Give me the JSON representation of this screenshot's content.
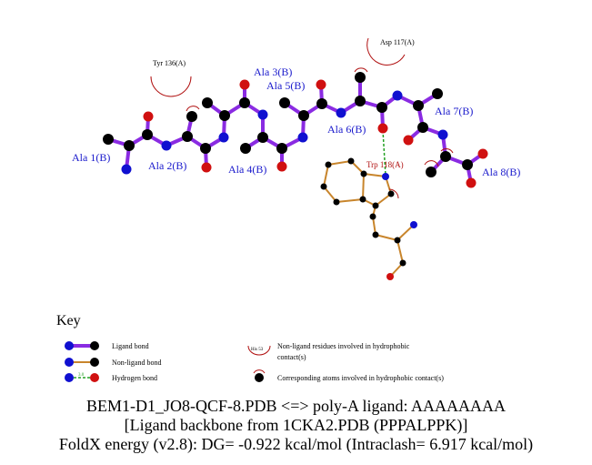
{
  "residue_labels": {
    "ala1": "Ala 1(B)",
    "ala2": "Ala 2(B)",
    "ala3": "Ala 3(B)",
    "ala4": "Ala 4(B)",
    "ala5": "Ala 5(B)",
    "ala6": "Ala 6(B)",
    "ala7": "Ala 7(B)",
    "ala8": "Ala 8(B)",
    "trp": "Trp 118(A)",
    "tyr": "Tyr 136(A)",
    "asp": "Asp 117(A)"
  },
  "key": {
    "title": "Key",
    "ligand_bond": "Ligand bond",
    "nonligand_bond": "Non-ligand bond",
    "hbond": "Hydrogen bond",
    "hbond_distance": "3.0",
    "hydrophobic_residue_sample": "His 53",
    "hydrophobic_residues": "Non-ligand residues involved in hydrophobic",
    "hydrophobic_residues_2": "contact(s)",
    "hydrophobic_atoms": "Corresponding atoms involved in hydrophobic contact(s)"
  },
  "caption": {
    "line1": "BEM1-D1_JO8-QCF-8.PDB <=> poly-A ligand: AAAAAAAA",
    "line2": "[Ligand backbone from 1CKA2.PDB (PPPALPPK)]",
    "line3": "FoldX energy (v2.8): DG= -0.922 kcal/mol (Intraclash= 6.917 kcal/mol)"
  },
  "colors": {
    "ligand_bond": "#8a2be2",
    "nonligand_bond": "#c8852c",
    "carbon": "#000000",
    "nitrogen": "#1010d0",
    "oxygen": "#d01010",
    "hbond": "#22a022",
    "hydrophobic": "#b01010",
    "label_blue": "#1a1acc",
    "label_red": "#b01010"
  }
}
